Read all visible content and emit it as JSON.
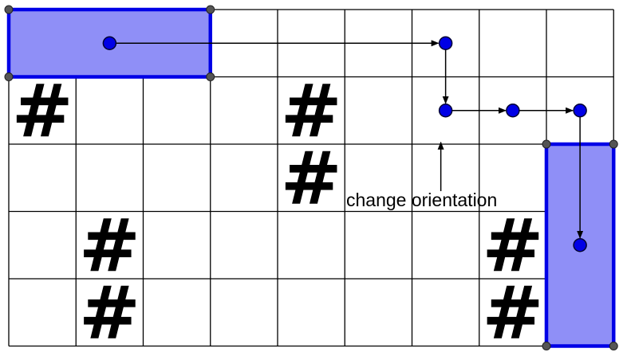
{
  "grid": {
    "rows": 5,
    "cols": 9
  },
  "colors": {
    "block_fill": "#8f8ff7",
    "block_border": "#0000e6",
    "grid_line": "#000000",
    "point_fill": "#0000e6",
    "point_stroke": "#000033",
    "corner": "#555555",
    "wall": "#000000"
  },
  "wall_symbol": "#",
  "walls": [
    {
      "row": 1,
      "col": 0
    },
    {
      "row": 1,
      "col": 4
    },
    {
      "row": 2,
      "col": 4
    },
    {
      "row": 3,
      "col": 1
    },
    {
      "row": 4,
      "col": 1
    },
    {
      "row": 3,
      "col": 7
    },
    {
      "row": 4,
      "col": 7
    }
  ],
  "blocks": [
    {
      "name": "block-horizontal-start",
      "row": 0,
      "col": 0,
      "rows": 1,
      "cols": 3
    },
    {
      "name": "block-vertical-end",
      "row": 2,
      "col": 8,
      "rows": 3,
      "cols": 1
    }
  ],
  "path_points": [
    {
      "row": 0,
      "col": 1.5
    },
    {
      "row": 0,
      "col": 6.5
    },
    {
      "row": 1,
      "col": 6.5
    },
    {
      "row": 1,
      "col": 7.5
    },
    {
      "row": 1,
      "col": 8.5
    },
    {
      "row": 3,
      "col": 8.5
    }
  ],
  "annotation": {
    "text": "change orientation",
    "points_to": {
      "row": 1,
      "col": 6.5
    }
  }
}
